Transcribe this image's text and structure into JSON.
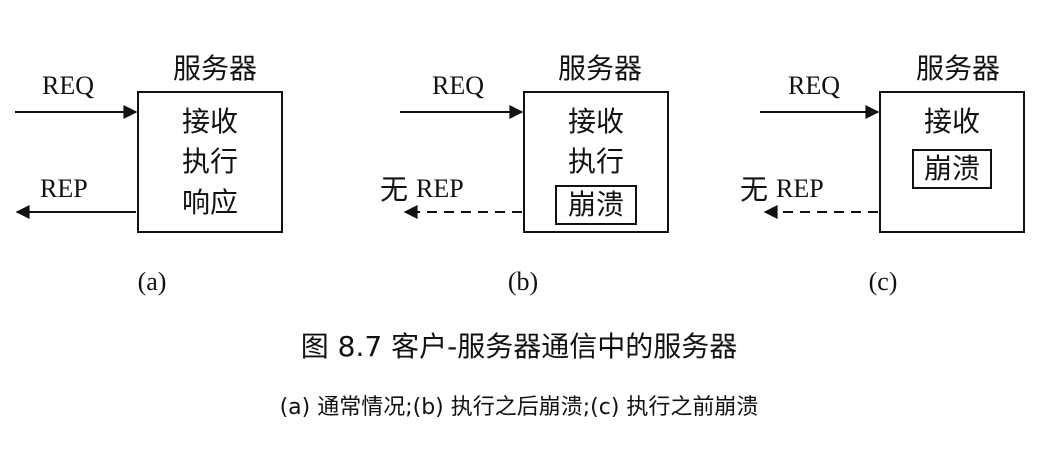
{
  "panels": [
    {
      "title": "服务器",
      "req": "REQ",
      "rep_prefix": "",
      "rep": "REP",
      "steps": [
        "接收",
        "执行",
        "响应"
      ],
      "crashed": false,
      "tag": "(a)"
    },
    {
      "title": "服务器",
      "req": "REQ",
      "rep_prefix": "无",
      "rep": "REP",
      "steps": [
        "接收",
        "执行",
        "崩溃"
      ],
      "crashed": true,
      "tag": "(b)"
    },
    {
      "title": "服务器",
      "req": "REQ",
      "rep_prefix": "无",
      "rep": "REP",
      "steps": [
        "接收",
        "崩溃"
      ],
      "crashed": true,
      "tag": "(c)"
    }
  ],
  "caption": {
    "title": "图 8.7 客户-服务器通信中的服务器",
    "subtitle": "(a) 通常情况;(b) 执行之后崩溃;(c) 执行之前崩溃"
  },
  "colors": {
    "ink": "#111111",
    "background": "#ffffff"
  }
}
